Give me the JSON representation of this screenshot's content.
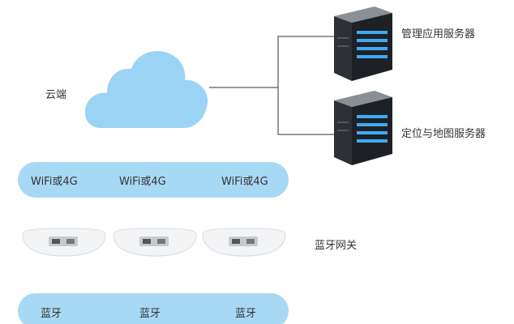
{
  "cloud": {
    "label": "云端"
  },
  "servers": [
    {
      "label": "管理应用服务器"
    },
    {
      "label": "定位与地图服务器"
    }
  ],
  "wifi_band": {
    "items": [
      "WiFi或4G",
      "WiFi或4G",
      "WiFi或4G"
    ]
  },
  "gateway": {
    "label": "蓝牙网关"
  },
  "bluetooth_band": {
    "items": [
      "蓝牙",
      "蓝牙",
      "蓝牙"
    ]
  },
  "colors": {
    "cloud": "#9bd3f4",
    "band": "#a8d9f4",
    "server_body": "#2d3036",
    "server_led": "#3fa9f5",
    "connector": "#333333"
  }
}
